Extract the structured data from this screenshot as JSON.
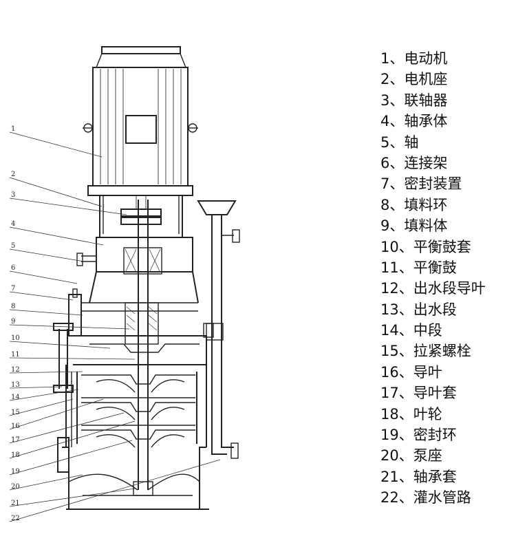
{
  "callouts": [
    "1",
    "2",
    "3",
    "4",
    "5",
    "6",
    "7",
    "8",
    "9",
    "10",
    "11",
    "12",
    "13",
    "14",
    "15",
    "16",
    "17",
    "18",
    "19",
    "20",
    "21",
    "22"
  ],
  "legend": [
    "1、电动机",
    "2、电机座",
    "3、联轴器",
    "4、轴承体",
    "5、轴",
    "6、连接架",
    "7、密封装置",
    "8、填料环",
    "9、填料体",
    "10、平衡鼓套",
    "11、平衡鼓",
    "12、出水段导叶",
    "13、出水段",
    "14、中段",
    "15、拉紧螺栓",
    "16、导叶",
    "17、导叶套",
    "18、叶轮",
    "19、密封环",
    "20、泵座",
    "21、轴承套",
    "22、灌水管路"
  ]
}
